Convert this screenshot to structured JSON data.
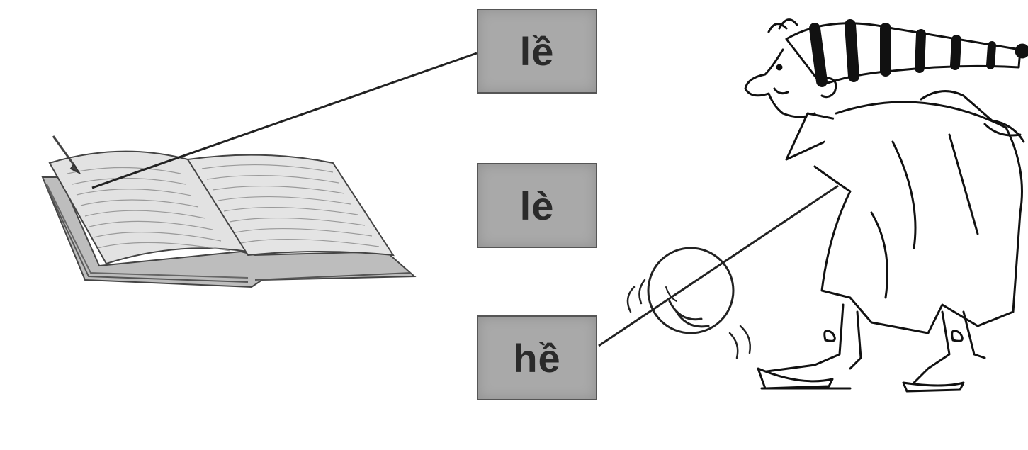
{
  "cards": [
    {
      "text": "lề"
    },
    {
      "text": "lè"
    },
    {
      "text": "hề"
    }
  ],
  "illustrations": {
    "left": "open-book",
    "right": "clown-with-ball"
  },
  "colors": {
    "card_fill": "#a9a9a9",
    "card_text": "#2a2a2a",
    "ink": "#222222"
  }
}
